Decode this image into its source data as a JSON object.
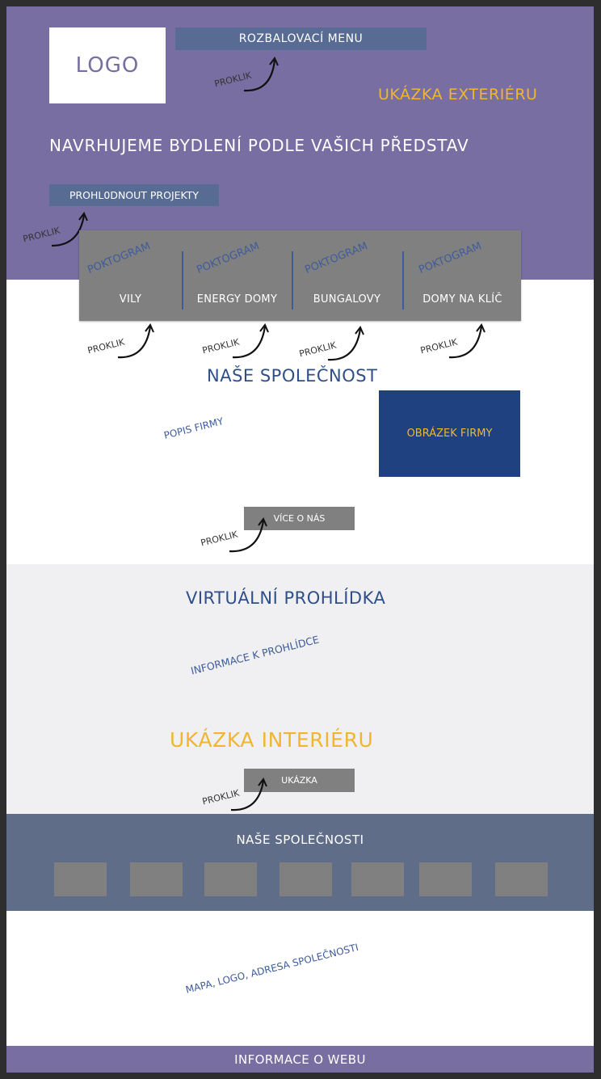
{
  "header": {
    "logo": "LOGO",
    "menu_label": "ROZBALOVACÍ MENU",
    "exterior_link": "UKÁZKA EXTERIÉRU",
    "title": "NAVRHUJEME BYDLENÍ PODLE VAŠICH PŘEDSTAV",
    "projects_button": "PROHL0DNOUT PROJEKTY"
  },
  "annotations": {
    "proklik": "PROKLIK"
  },
  "categories": [
    {
      "pictogram": "POKTOGRAM",
      "label": "VILY"
    },
    {
      "pictogram": "POKTOGRAM",
      "label": "ENERGY DOMY"
    },
    {
      "pictogram": "POKTOGRAM",
      "label": "BUNGALOVY"
    },
    {
      "pictogram": "POKTOGRAM",
      "label": "DOMY NA KLÍČ"
    }
  ],
  "company": {
    "title": "NAŠE SPOLEČNOST",
    "description": "POPIS FIRMY",
    "image_label": "OBRÁZEK FIRMY",
    "more_button": "VÍCE O NÁS"
  },
  "tour": {
    "title": "VIRTUÁLNÍ PROHLÍDKA",
    "info": "INFORMACE K PROHLÍDCE",
    "interior_title": "UKÁZKA INTERIÉRU",
    "sample_button": "UKÁZKA"
  },
  "companies": {
    "title": "NAŠE SPOLEČNOSTI",
    "logo_count": 7
  },
  "footer": {
    "map_info": "MAPA, LOGO, ADRESA SPOLEČNOSTI",
    "web_info": "INFORMACE O WEBU"
  },
  "colors": {
    "purple": "#786ea1",
    "slate_blue": "#586c93",
    "navy": "#1f4180",
    "heading_blue": "#2f4f8a",
    "accent_yellow": "#f1b62f",
    "grey": "#808080",
    "companies_bg": "#5f6d88"
  }
}
